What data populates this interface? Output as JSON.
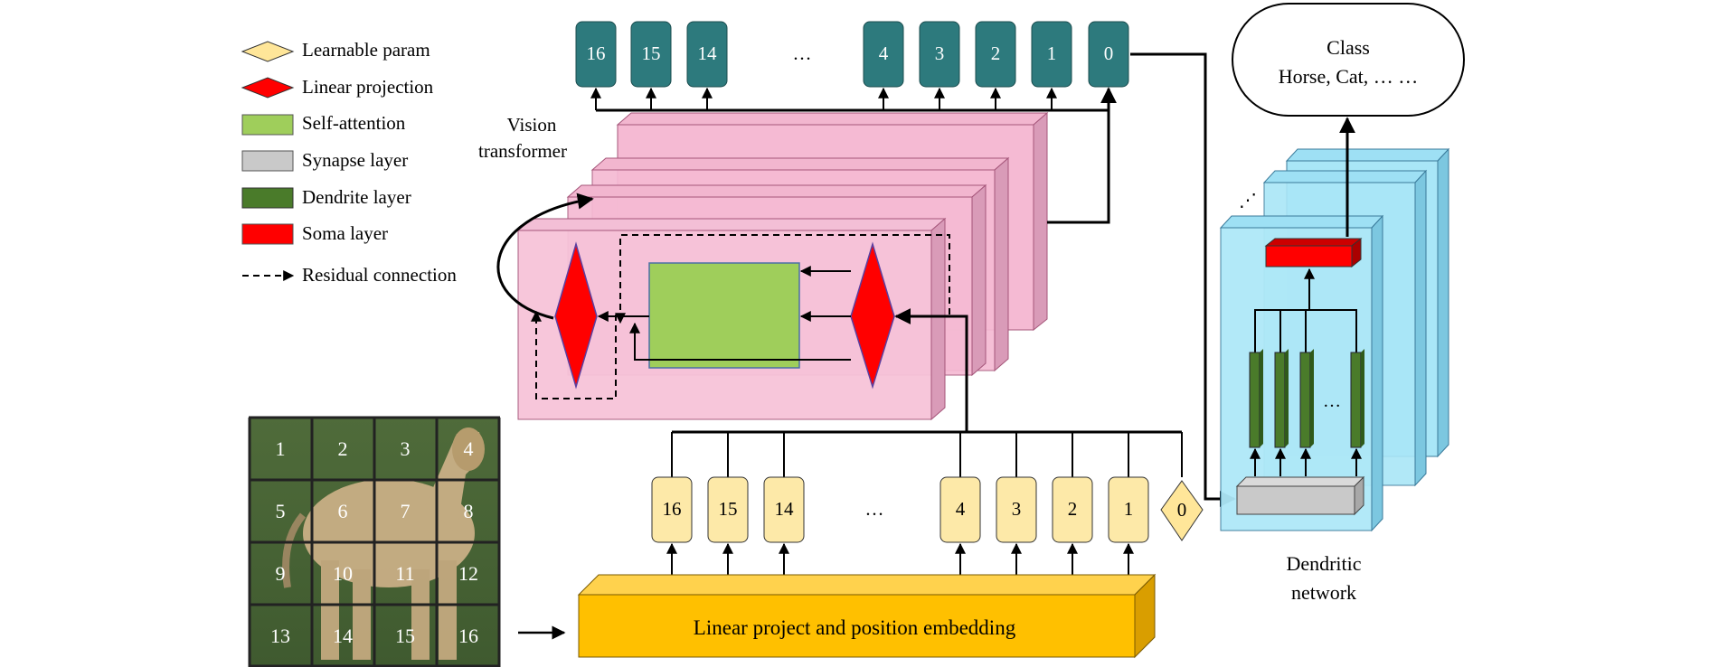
{
  "legend": {
    "learnable_param": "Learnable param",
    "linear_projection": "Linear projection",
    "self_attention": "Self-attention",
    "synapse_layer": "Synapse layer",
    "dendrite_layer": "Dendrite layer",
    "soma_layer": "Soma layer",
    "residual_connection": "Residual connection"
  },
  "vision_transformer_label": [
    "Vision",
    "transformer"
  ],
  "class_box": {
    "title": "Class",
    "subtitle": "Horse, Cat, … …"
  },
  "dendritic_network_label": [
    "Dendritic",
    "network"
  ],
  "embedding_label": "Linear project and position embedding",
  "output_tokens": [
    "16",
    "15",
    "14",
    "…",
    "4",
    "3",
    "2",
    "1",
    "0"
  ],
  "input_tokens": [
    "16",
    "15",
    "14",
    "…",
    "4",
    "3",
    "2",
    "1"
  ],
  "class_token": "0",
  "patch_numbers": [
    "1",
    "2",
    "3",
    "4",
    "5",
    "6",
    "7",
    "8",
    "9",
    "10",
    "11",
    "12",
    "13",
    "14",
    "15",
    "16"
  ],
  "dendrite_ellipsis": "…",
  "stack_ellipsis": "⋰",
  "colors": {
    "token_out": "#2d7a7d",
    "token_in": "#fde9a8",
    "learnable": "#ffe699",
    "linear_proj": "#ff0000",
    "self_attention": "#9fce5b",
    "synapse": "#c9c9c9",
    "dendrite": "#4a7b2a",
    "soma": "#ff0000",
    "transformer_block": "#f7c3d9",
    "dendritic_block": "#a9e6f7",
    "embedding": "#ffc000"
  }
}
